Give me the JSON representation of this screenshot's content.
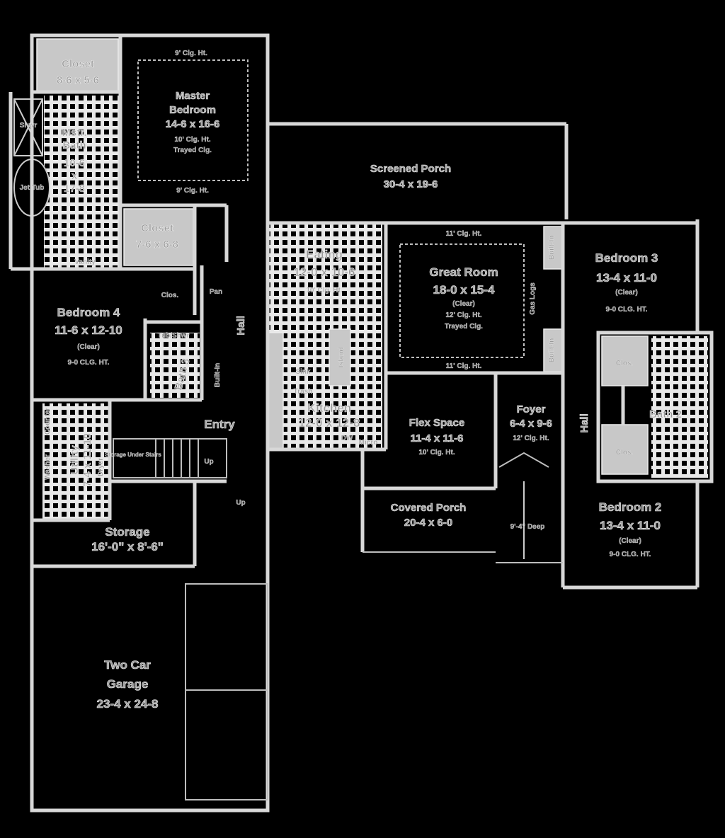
{
  "rooms": {
    "closet_master": {
      "name": "Closet",
      "dims": "8-6 x 5-6"
    },
    "master_bedroom": {
      "name1": "Master",
      "name2": "Bedroom",
      "dims": "14-6 x 16-6",
      "clg": "10' Clg. Ht.",
      "clg2": "Trayed Clg.",
      "clg_top": "9' Clg. Ht.",
      "clg_bottom": "9' Clg. Ht."
    },
    "mstr_bath": {
      "name1": "Mstr.",
      "name2": "Bath",
      "dims1": "10-6",
      "dims2": "x",
      "dims3": "17-8",
      "shower": "Shwr",
      "tub": "Jet Tub",
      "vanity": "Vanity"
    },
    "closet_2": {
      "name": "Closet",
      "dims": "7-6 x 6-8"
    },
    "bedroom_4": {
      "name": "Bedroom 4",
      "dims": "11-6 x 12-10",
      "note": "(Clear)",
      "clg": "9-0 CLG. HT."
    },
    "bath_3": {
      "name": "Bath 3",
      "tub": "Tub/Shwr",
      "clos": "Clos."
    },
    "hall": {
      "name": "Hall",
      "builtin": "Built-In",
      "pantry": "Pan"
    },
    "utility": {
      "name": "Utility",
      "dims": "7-4 x 11-10",
      "washer": "Washer",
      "dryer": "Dryer",
      "counter": "Counter"
    },
    "entry": {
      "name": "Entry",
      "stairs": "Storage Under Stairs",
      "up": "Up",
      "up2": "Up"
    },
    "storage": {
      "name": "Storage",
      "dims": "16'-0\" x 8'-6\""
    },
    "garage": {
      "name1": "Two Car",
      "name2": "Garage",
      "dims": "23-4 x 24-8"
    },
    "screened_porch": {
      "name": "Screened Porch",
      "dims": "30-4 x 19-6"
    },
    "eating": {
      "name": "Eating",
      "dims": "12-0 x 10-6",
      "clg": "10' Clg. Ht."
    },
    "kitchen": {
      "name": "Kitchen",
      "dims": "12-0 x 12-8",
      "sink": "Sink",
      "trash": "Trash",
      "micro": "Micro",
      "dw": "DW",
      "island": "Island"
    },
    "great_room": {
      "name": "Great Room",
      "dims": "18-0 x 15-4",
      "note": "(Clear)",
      "clg": "12' Clg. Ht.",
      "clg2": "Trayed Clg.",
      "clg_top": "11' Clg. Ht.",
      "clg_bottom": "11' Clg. Ht.",
      "builtin1": "Built-In",
      "builtin2": "Built-In",
      "gas_logs": "Gas Logs"
    },
    "bedroom_3": {
      "name": "Bedroom 3",
      "dims": "13-4 x 11-0",
      "note": "(Clear)",
      "clg": "9-0 CLG. HT."
    },
    "flex_space": {
      "name": "Flex Space",
      "dims": "11-4 x 11-6",
      "clg": "10' Clg. Ht."
    },
    "foyer": {
      "name": "Foyer",
      "dims": "6-4 x 9-6",
      "clg": "12' Clg. Ht."
    },
    "hall_2": {
      "name": "Hall"
    },
    "bath_2": {
      "name": "Bath 2",
      "clos1": "Clos.",
      "clos2": "Clos."
    },
    "covered_porch": {
      "name": "Covered Porch",
      "dims": "20-4 x 6-0",
      "depth": "9'-4\" Deep"
    },
    "bedroom_2": {
      "name": "Bedroom 2",
      "dims": "13-4 x 11-0",
      "note": "(Clear)",
      "clg": "9-0 CLG. HT."
    }
  }
}
